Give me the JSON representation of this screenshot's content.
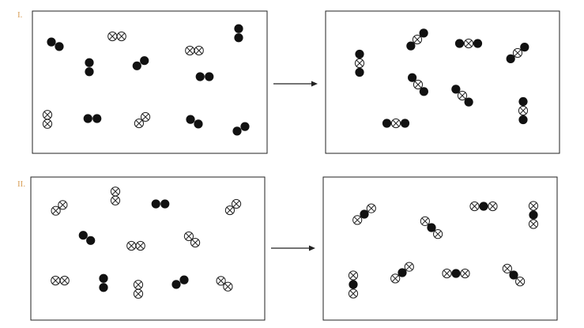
{
  "colors": {
    "frame": "#222222",
    "filled": "#111111",
    "open_fill": "#ffffff",
    "label": "#d9a05a"
  },
  "atom_types": {
    "B": "filled-atom",
    "X": "crossed-atom"
  },
  "icons": {
    "arrow": "right-arrow-icon"
  },
  "panels": [
    {
      "label": "I.",
      "before": [
        {
          "atoms": [
            "B",
            "B"
          ],
          "angle": 30
        },
        {
          "atoms": [
            "X",
            "X"
          ],
          "angle": 0
        },
        {
          "atoms": [
            "X",
            "X"
          ],
          "angle": 0
        },
        {
          "atoms": [
            "B",
            "B"
          ],
          "angle": 90
        },
        {
          "atoms": [
            "B",
            "B"
          ],
          "angle": 90
        },
        {
          "atoms": [
            "B",
            "B"
          ],
          "angle": -35
        },
        {
          "atoms": [
            "B",
            "B"
          ],
          "angle": 0
        },
        {
          "atoms": [
            "X",
            "X"
          ],
          "angle": 90
        },
        {
          "atoms": [
            "B",
            "B"
          ],
          "angle": 0
        },
        {
          "atoms": [
            "X",
            "X"
          ],
          "angle": -45
        },
        {
          "atoms": [
            "B",
            "B"
          ],
          "angle": 30
        },
        {
          "atoms": [
            "B",
            "B"
          ],
          "angle": -30
        }
      ],
      "after": [
        {
          "atoms": [
            "B",
            "X",
            "B"
          ],
          "angle": 90
        },
        {
          "atoms": [
            "B",
            "X",
            "B"
          ],
          "angle": -45
        },
        {
          "atoms": [
            "B",
            "X",
            "B"
          ],
          "angle": 0
        },
        {
          "atoms": [
            "B",
            "X",
            "B"
          ],
          "angle": -40
        },
        {
          "atoms": [
            "B",
            "X",
            "B"
          ],
          "angle": 50
        },
        {
          "atoms": [
            "B",
            "X",
            "B"
          ],
          "angle": 45
        },
        {
          "atoms": [
            "B",
            "X",
            "B"
          ],
          "angle": 0
        },
        {
          "atoms": [
            "B",
            "X",
            "B"
          ],
          "angle": 90
        }
      ]
    },
    {
      "label": "II.",
      "before": [
        {
          "atoms": [
            "X",
            "X"
          ],
          "angle": -40
        },
        {
          "atoms": [
            "X",
            "X"
          ],
          "angle": 90
        },
        {
          "atoms": [
            "B",
            "B"
          ],
          "angle": 0
        },
        {
          "atoms": [
            "X",
            "X"
          ],
          "angle": -45
        },
        {
          "atoms": [
            "B",
            "B"
          ],
          "angle": 35
        },
        {
          "atoms": [
            "X",
            "X"
          ],
          "angle": 0
        },
        {
          "atoms": [
            "X",
            "X"
          ],
          "angle": 45
        },
        {
          "atoms": [
            "X",
            "X"
          ],
          "angle": 0
        },
        {
          "atoms": [
            "B",
            "B"
          ],
          "angle": 90
        },
        {
          "atoms": [
            "X",
            "X"
          ],
          "angle": 90
        },
        {
          "atoms": [
            "B",
            "B"
          ],
          "angle": -30
        },
        {
          "atoms": [
            "X",
            "X"
          ],
          "angle": 40
        }
      ],
      "after": [
        {
          "atoms": [
            "X",
            "B",
            "X"
          ],
          "angle": -40
        },
        {
          "atoms": [
            "X",
            "B",
            "X"
          ],
          "angle": 45
        },
        {
          "atoms": [
            "X",
            "B",
            "X"
          ],
          "angle": 0
        },
        {
          "atoms": [
            "X",
            "B",
            "X"
          ],
          "angle": 90
        },
        {
          "atoms": [
            "X",
            "B",
            "X"
          ],
          "angle": 90
        },
        {
          "atoms": [
            "X",
            "B",
            "X"
          ],
          "angle": -40
        },
        {
          "atoms": [
            "X",
            "B",
            "X"
          ],
          "angle": 0
        },
        {
          "atoms": [
            "X",
            "B",
            "X"
          ],
          "angle": 45
        }
      ]
    }
  ]
}
